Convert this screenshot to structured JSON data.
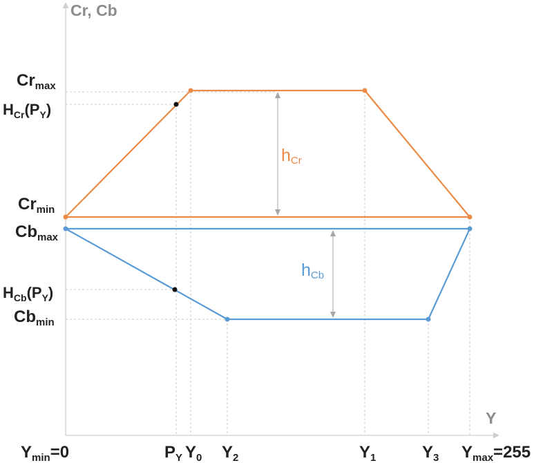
{
  "axis": {
    "y_title": "Cr, Cb",
    "x_title": "Y"
  },
  "y_labels": {
    "cr_max": {
      "base": "Cr",
      "sub": "max"
    },
    "h_cr": {
      "base": "H",
      "sub": "Cr",
      "arg_base": "P",
      "arg_sub": "Y"
    },
    "cr_min": {
      "base": "Cr",
      "sub": "min"
    },
    "cb_max": {
      "base": "Cb",
      "sub": "max"
    },
    "h_cb": {
      "base": "H",
      "sub": "Cb",
      "arg_base": "P",
      "arg_sub": "Y"
    },
    "cb_min": {
      "base": "Cb",
      "sub": "min"
    }
  },
  "x_labels": {
    "y_min": {
      "base": "Y",
      "sub": "min",
      "suffix": "=0"
    },
    "p_y": {
      "base": "P",
      "sub": "Y"
    },
    "y0": {
      "base": "Y",
      "sub": "0"
    },
    "y2": {
      "base": "Y",
      "sub": "2"
    },
    "y1": {
      "base": "Y",
      "sub": "1"
    },
    "y3": {
      "base": "Y",
      "sub": "3"
    },
    "y_max": {
      "base": "Y",
      "sub": "max",
      "suffix": "=255"
    }
  },
  "annotations": {
    "h_cr": {
      "base": "h",
      "sub": "Cr"
    },
    "h_cb": {
      "base": "h",
      "sub": "Cb"
    }
  },
  "colors": {
    "cr": "#ed8a45",
    "cb": "#5b9bd5",
    "point": "#111111",
    "arrow": "#a6a6a6"
  }
}
